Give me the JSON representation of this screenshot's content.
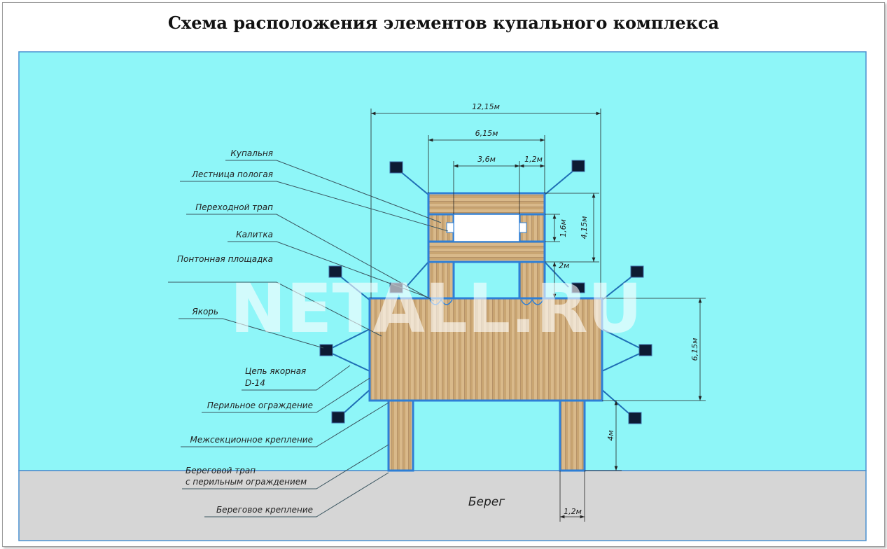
{
  "title": "Схема расположения элементов купального комплекса",
  "watermark": "NETALL.RU",
  "shore_label": "Берег",
  "labels": {
    "kupalnya": "Купальня",
    "lestnica": "Лестница пологая",
    "perehodnoy_trap": "Переходной трап",
    "kalitka": "Калитка",
    "pontoon": "Понтонная площадка",
    "yakor": "Якорь",
    "chain_1": "Цепь якорная",
    "chain_2": "D-14",
    "railing": "Перильное ограждение",
    "section_mount": "Межсекционное крепление",
    "shore_trap_1": "Береговой трап",
    "shore_trap_2": "с перильным ограждением",
    "shore_mount": "Береговое крепление"
  },
  "dimensions": {
    "total_width": "12,15м",
    "kupalnya_width": "6,15м",
    "opening_width": "3,6м",
    "side_width": "1,2м",
    "opening_height": "1,6м",
    "kupalnya_height": "4,15м",
    "trap_length": "2м",
    "platform_height": "6,15м",
    "shore_trap_length": "4м",
    "shore_trap_width": "1,2м"
  },
  "colors": {
    "water": "#8ef6f8",
    "shore": "#d6d6d6",
    "frame": "#2e7fd6"
  }
}
